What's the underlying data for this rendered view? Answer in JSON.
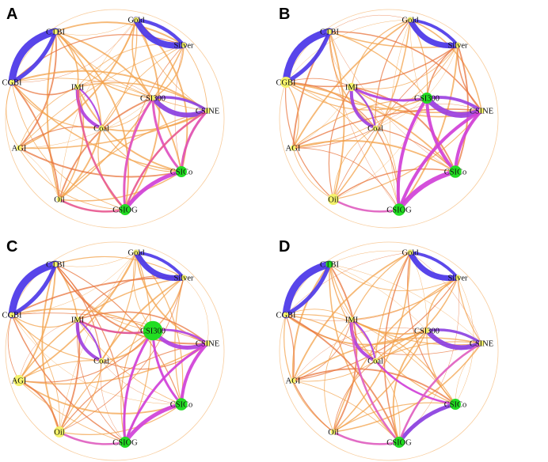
{
  "panels": [
    {
      "letter": "A",
      "nodes": [
        {
          "id": "CTBI",
          "label": "CTBI",
          "size": 1,
          "color": "#f4f26a"
        },
        {
          "id": "Gold",
          "label": "Gold",
          "size": 1,
          "color": "#f4f26a"
        },
        {
          "id": "Silver",
          "label": "Silver",
          "size": 1,
          "color": "#f4f26a"
        },
        {
          "id": "CGBI",
          "label": "CGBI",
          "size": 1,
          "color": "#f4f26a"
        },
        {
          "id": "IMI",
          "label": "IMI",
          "size": 1,
          "color": "#f4f26a"
        },
        {
          "id": "CSI300",
          "label": "CSI300",
          "size": 1,
          "color": "#f4f26a"
        },
        {
          "id": "CSINE",
          "label": "CSINE",
          "size": 1,
          "color": "#f4f26a"
        },
        {
          "id": "Coal",
          "label": "Coal",
          "size": 1,
          "color": "#f4f26a"
        },
        {
          "id": "AGI",
          "label": "AGI",
          "size": 1,
          "color": "#f4f26a"
        },
        {
          "id": "CSICo",
          "label": "CSICo",
          "size": 2,
          "color": "#22dd22"
        },
        {
          "id": "Oil",
          "label": "Oil",
          "size": 1,
          "color": "#f4f26a"
        },
        {
          "id": "CSIOG",
          "label": "CSIOG",
          "size": 2,
          "color": "#22dd22"
        }
      ],
      "strong_edges": [
        {
          "s": "CTBI",
          "t": "CGBI",
          "w": 9,
          "color": "#4a35e8"
        },
        {
          "s": "Gold",
          "t": "Silver",
          "w": 8,
          "color": "#4a35e8"
        },
        {
          "s": "CSI300",
          "t": "CSINE",
          "w": 6,
          "color": "#8a3ee0"
        },
        {
          "s": "IMI",
          "t": "Coal",
          "w": 4,
          "color": "#b040e0"
        },
        {
          "s": "CSICo",
          "t": "CSIOG",
          "w": 5,
          "color": "#d040d8"
        },
        {
          "s": "CSI300",
          "t": "CSIOG",
          "w": 3,
          "color": "#e050c0"
        },
        {
          "s": "CSI300",
          "t": "CSICo",
          "w": 3,
          "color": "#e050c0"
        },
        {
          "s": "CSINE",
          "t": "CSICo",
          "w": 3,
          "color": "#e04fb0"
        },
        {
          "s": "IMI",
          "t": "CSIOG",
          "w": 2.5,
          "color": "#e85a90"
        },
        {
          "s": "Oil",
          "t": "CSIOG",
          "w": 2.5,
          "color": "#e85a90"
        },
        {
          "s": "CSINE",
          "t": "CSIOG",
          "w": 2.5,
          "color": "#e85a90"
        }
      ]
    },
    {
      "letter": "B",
      "nodes": [
        {
          "id": "CTBI",
          "label": "CTBI",
          "size": 1,
          "color": "#f4f26a"
        },
        {
          "id": "Gold",
          "label": "Gold",
          "size": 1,
          "color": "#f4f26a"
        },
        {
          "id": "Silver",
          "label": "Silver",
          "size": 1,
          "color": "#f4f26a"
        },
        {
          "id": "CGBI",
          "label": "CGBI",
          "size": 2,
          "color": "#f4f26a"
        },
        {
          "id": "IMI",
          "label": "IMI",
          "size": 1.5,
          "color": "#f4f26a"
        },
        {
          "id": "CSI300",
          "label": "CSI300",
          "size": 2,
          "color": "#22dd22"
        },
        {
          "id": "CSINE",
          "label": "CSINE",
          "size": 1,
          "color": "#f4f26a"
        },
        {
          "id": "Coal",
          "label": "Coal",
          "size": 1,
          "color": "#f4f26a"
        },
        {
          "id": "AGI",
          "label": "AGI",
          "size": 1,
          "color": "#f4f26a"
        },
        {
          "id": "CSICo",
          "label": "CSICo",
          "size": 2.2,
          "color": "#22dd22"
        },
        {
          "id": "Oil",
          "label": "Oil",
          "size": 2,
          "color": "#f4f26a"
        },
        {
          "id": "CSIOG",
          "label": "CSIOG",
          "size": 2.2,
          "color": "#22dd22"
        }
      ],
      "strong_edges": [
        {
          "s": "CTBI",
          "t": "CGBI",
          "w": 9,
          "color": "#4a35e8"
        },
        {
          "s": "Gold",
          "t": "Silver",
          "w": 7,
          "color": "#4a35e8"
        },
        {
          "s": "CSI300",
          "t": "CSINE",
          "w": 7,
          "color": "#9a3ee0"
        },
        {
          "s": "IMI",
          "t": "Coal",
          "w": 4,
          "color": "#a040e0"
        },
        {
          "s": "IMI",
          "t": "CSI300",
          "w": 3,
          "color": "#b040e0"
        },
        {
          "s": "CSICo",
          "t": "CSIOG",
          "w": 6,
          "color": "#d040d8"
        },
        {
          "s": "CSI300",
          "t": "CSIOG",
          "w": 4,
          "color": "#d040d8"
        },
        {
          "s": "CSI300",
          "t": "CSICo",
          "w": 4,
          "color": "#d040d8"
        },
        {
          "s": "CSINE",
          "t": "CSICo",
          "w": 4,
          "color": "#d040d8"
        },
        {
          "s": "CSINE",
          "t": "CSIOG",
          "w": 4,
          "color": "#d040d8"
        },
        {
          "s": "Oil",
          "t": "CSIOG",
          "w": 2.5,
          "color": "#e060c0"
        }
      ]
    },
    {
      "letter": "C",
      "nodes": [
        {
          "id": "CTBI",
          "label": "CTBI",
          "size": 1,
          "color": "#f4f26a"
        },
        {
          "id": "Gold",
          "label": "Gold",
          "size": 1,
          "color": "#f4f26a"
        },
        {
          "id": "Silver",
          "label": "Silver",
          "size": 1,
          "color": "#f4f26a"
        },
        {
          "id": "CGBI",
          "label": "CGBI",
          "size": 1,
          "color": "#f4f26a"
        },
        {
          "id": "IMI",
          "label": "IMI",
          "size": 1,
          "color": "#f4f26a"
        },
        {
          "id": "CSI300",
          "label": "CSI300",
          "size": 3.5,
          "color": "#22dd22"
        },
        {
          "id": "CSINE",
          "label": "CSINE",
          "size": 1,
          "color": "#f4f26a"
        },
        {
          "id": "Coal",
          "label": "Coal",
          "size": 1,
          "color": "#f4f26a"
        },
        {
          "id": "AGI",
          "label": "AGI",
          "size": 2,
          "color": "#f4f26a"
        },
        {
          "id": "CSICo",
          "label": "CSICo",
          "size": 2.2,
          "color": "#22dd22"
        },
        {
          "id": "Oil",
          "label": "Oil",
          "size": 2,
          "color": "#f4f26a"
        },
        {
          "id": "CSIOG",
          "label": "CSIOG",
          "size": 2,
          "color": "#22dd22"
        }
      ],
      "strong_edges": [
        {
          "s": "CTBI",
          "t": "CGBI",
          "w": 9,
          "color": "#4a35e8"
        },
        {
          "s": "Gold",
          "t": "Silver",
          "w": 7,
          "color": "#4a35e8"
        },
        {
          "s": "CSI300",
          "t": "CSINE",
          "w": 5,
          "color": "#b040e0"
        },
        {
          "s": "IMI",
          "t": "Coal",
          "w": 4,
          "color": "#a040e0"
        },
        {
          "s": "CSICo",
          "t": "CSIOG",
          "w": 5,
          "color": "#d040d8"
        },
        {
          "s": "CSI300",
          "t": "CSIOG",
          "w": 3,
          "color": "#d040d8"
        },
        {
          "s": "CSI300",
          "t": "CSICo",
          "w": 3,
          "color": "#d040d8"
        },
        {
          "s": "CSINE",
          "t": "CSICo",
          "w": 4,
          "color": "#d040d8"
        },
        {
          "s": "CSINE",
          "t": "CSIOG",
          "w": 3,
          "color": "#d040d8"
        },
        {
          "s": "Oil",
          "t": "CSIOG",
          "w": 2.5,
          "color": "#e060c0"
        },
        {
          "s": "IMI",
          "t": "CSI300",
          "w": 2.5,
          "color": "#e05090"
        }
      ]
    },
    {
      "letter": "D",
      "nodes": [
        {
          "id": "CTBI",
          "label": "CTBI",
          "size": 1.3,
          "color": "#22dd22"
        },
        {
          "id": "Gold",
          "label": "Gold",
          "size": 1,
          "color": "#f4f26a"
        },
        {
          "id": "Silver",
          "label": "Silver",
          "size": 1,
          "color": "#f4f26a"
        },
        {
          "id": "CGBI",
          "label": "CGBI",
          "size": 1,
          "color": "#f4f26a"
        },
        {
          "id": "IMI",
          "label": "IMI",
          "size": 1,
          "color": "#f4f26a"
        },
        {
          "id": "CSI300",
          "label": "CSI300",
          "size": 1,
          "color": "#f4f26a"
        },
        {
          "id": "CSINE",
          "label": "CSINE",
          "size": 1,
          "color": "#f4f26a"
        },
        {
          "id": "Coal",
          "label": "Coal",
          "size": 1,
          "color": "#f4f26a"
        },
        {
          "id": "AGI",
          "label": "AGI",
          "size": 1,
          "color": "#f4f26a"
        },
        {
          "id": "CSICo",
          "label": "CSICo",
          "size": 2,
          "color": "#22dd22"
        },
        {
          "id": "Oil",
          "label": "Oil",
          "size": 1,
          "color": "#f4f26a"
        },
        {
          "id": "CSIOG",
          "label": "CSIOG",
          "size": 2,
          "color": "#22dd22"
        }
      ],
      "strong_edges": [
        {
          "s": "CTBI",
          "t": "CGBI",
          "w": 9,
          "color": "#4a35e8"
        },
        {
          "s": "Gold",
          "t": "Silver",
          "w": 7,
          "color": "#4a35e8"
        },
        {
          "s": "CSI300",
          "t": "CSINE",
          "w": 6,
          "color": "#8a3ee0"
        },
        {
          "s": "IMI",
          "t": "Coal",
          "w": 4,
          "color": "#b040e0"
        },
        {
          "s": "CSICo",
          "t": "CSIOG",
          "w": 5,
          "color": "#8a3ee0"
        },
        {
          "s": "Coal",
          "t": "CSICo",
          "w": 2.5,
          "color": "#d040d8"
        },
        {
          "s": "IMI",
          "t": "CSIOG",
          "w": 2.5,
          "color": "#e060c0"
        },
        {
          "s": "CSINE",
          "t": "CSIOG",
          "w": 2.5,
          "color": "#e060c0"
        },
        {
          "s": "Oil",
          "t": "CSIOG",
          "w": 2.5,
          "color": "#e060c0"
        }
      ]
    }
  ],
  "colors": {
    "weak_edge": "#f3a24a",
    "mid_edge": "#e8743c",
    "strong_blue": "#4a35e8",
    "strong_pink": "#e050c0",
    "node_yellow": "#f4f26a",
    "node_green": "#22dd22"
  }
}
